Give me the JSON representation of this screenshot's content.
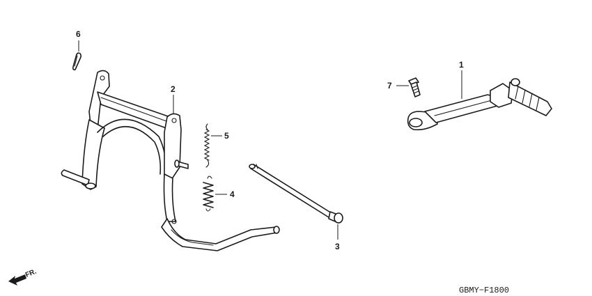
{
  "callouts": {
    "p1": "1",
    "p2": "2",
    "p3": "3",
    "p4": "4",
    "p5": "5",
    "p6": "6",
    "p7": "7"
  },
  "direction": "FR.",
  "diagram_code": "GBMY−F1800"
}
